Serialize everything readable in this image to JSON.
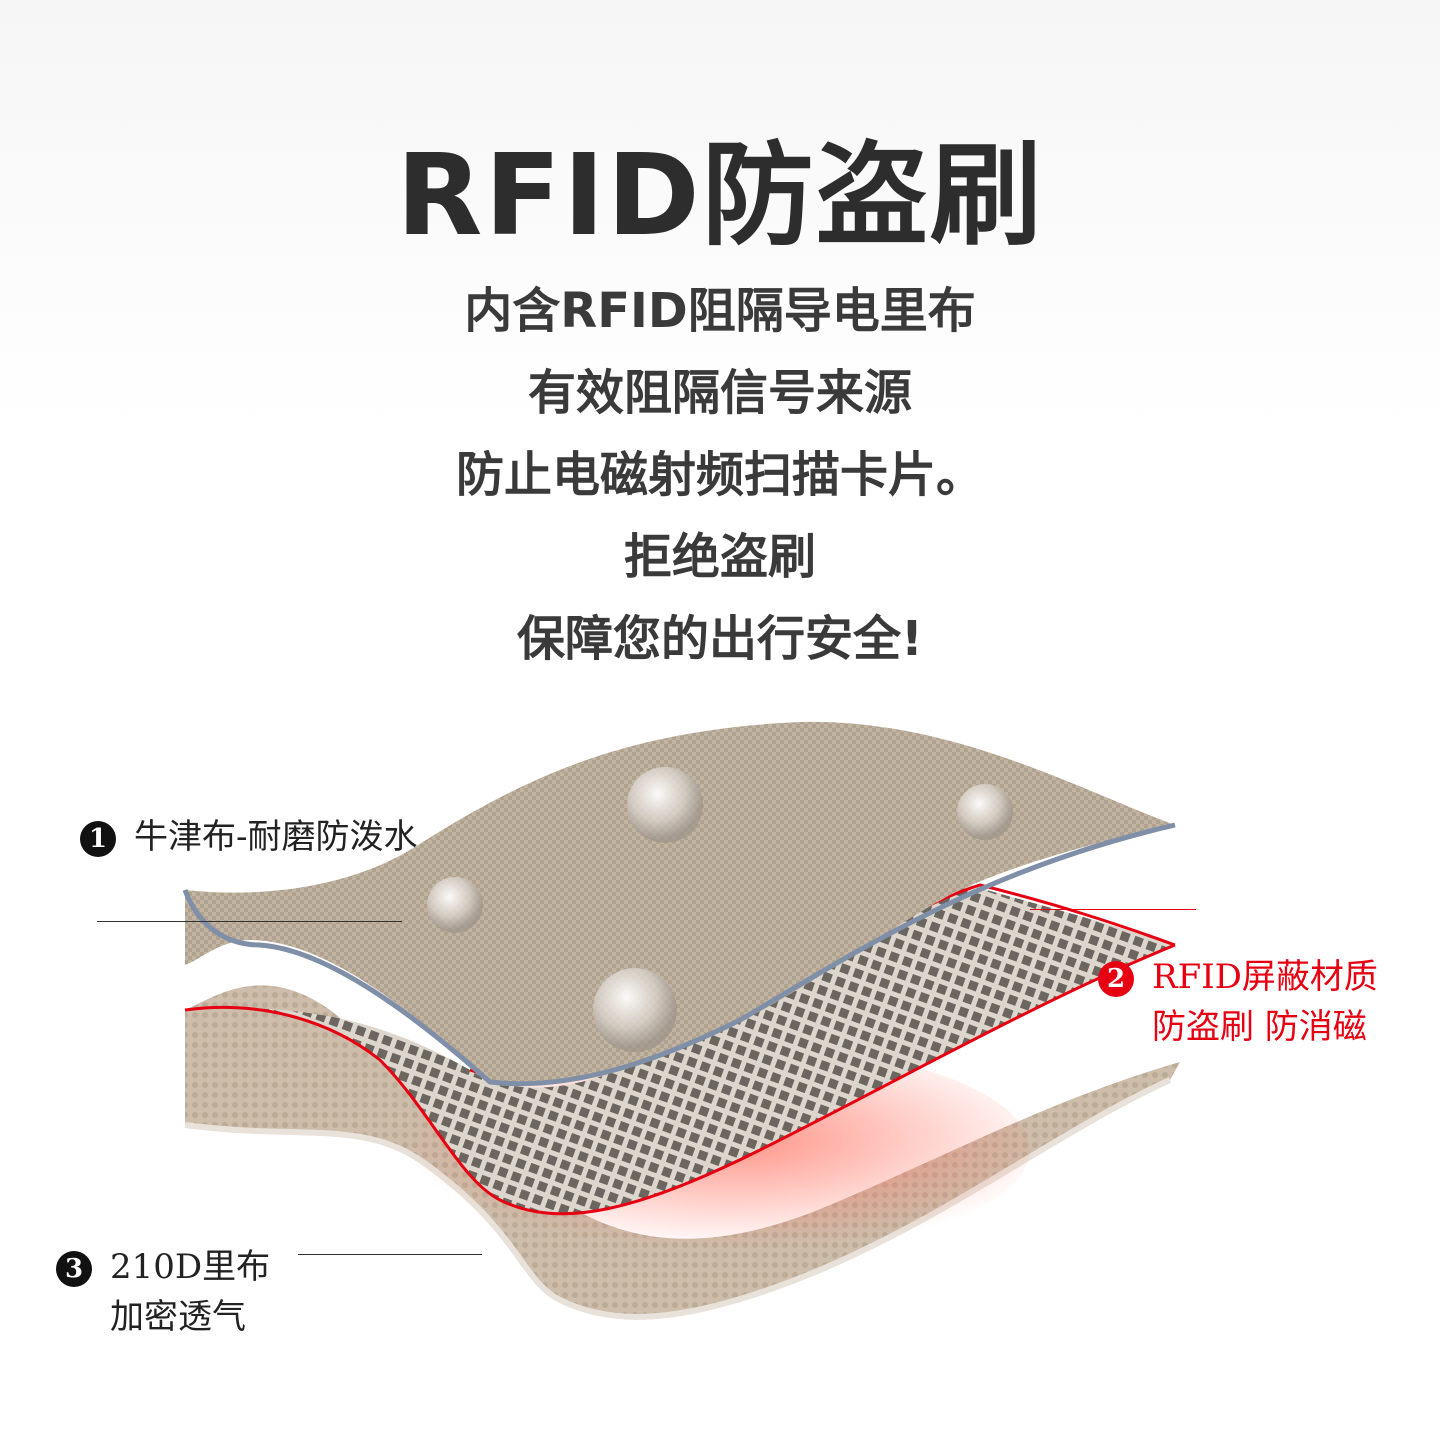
{
  "headline": "RFID防盗刷",
  "description": [
    "内含RFID阻隔导电里布",
    "有效阻隔信号来源",
    "防止电磁射频扫描卡片。",
    "拒绝盗刷",
    "保障您的出行安全!"
  ],
  "layers": [
    {
      "number": "1",
      "name": "牛津布-耐磨防泼水",
      "detail": "",
      "color": "#111111"
    },
    {
      "number": "2",
      "name": "RFID屏蔽材质",
      "detail": "防盗刷 防消磁",
      "color": "#e60012"
    },
    {
      "number": "3",
      "name": "210D里布",
      "detail": "加密透气",
      "color": "#111111"
    }
  ],
  "colors": {
    "fabric": "#b9aa98",
    "mesh": "#6e6a64",
    "glow": "#f08b80",
    "accent": "#e60012"
  }
}
